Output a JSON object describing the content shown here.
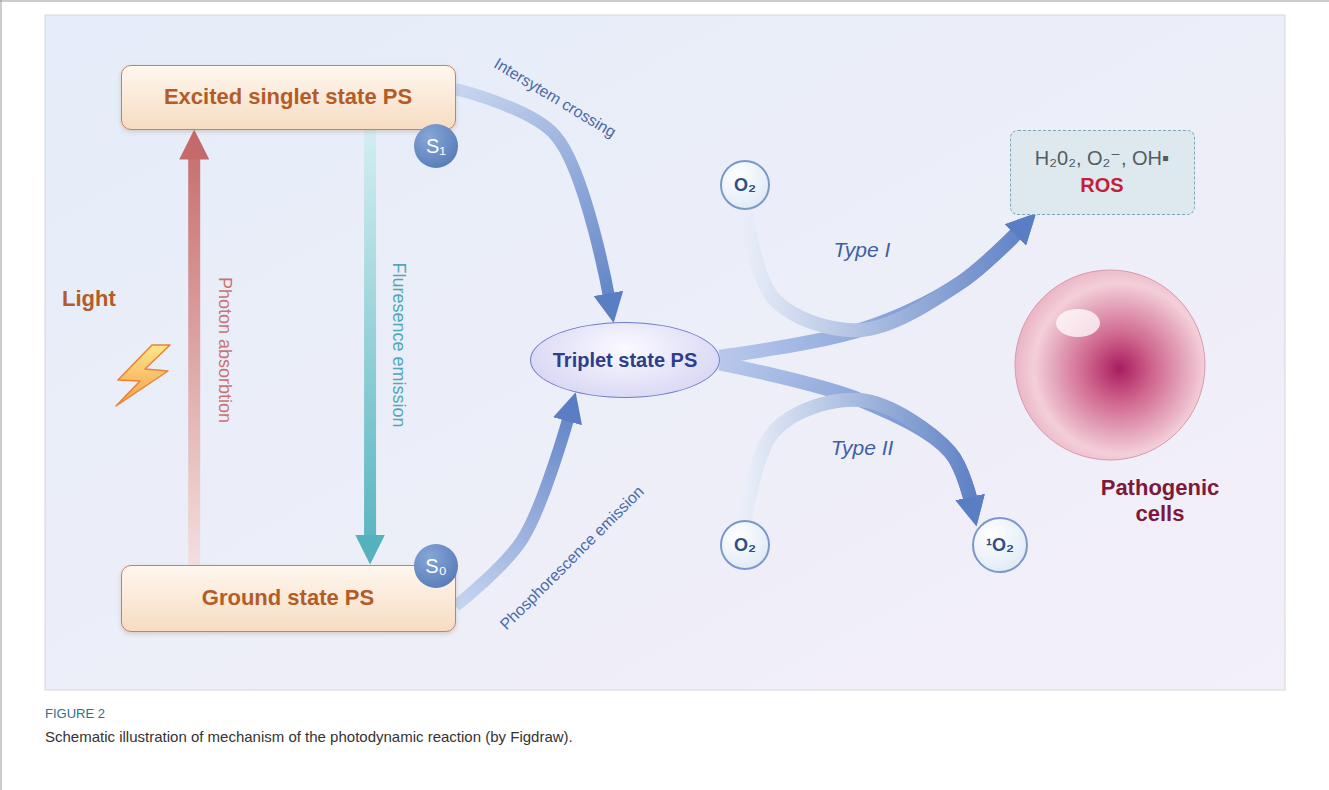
{
  "diagram": {
    "caption": "Schematic illustration of mechanism of the photodynamic reaction (by Figdraw).",
    "nodes": [
      {
        "text": [
          "Excited singlet state PS"
        ]
      },
      {
        "text": [
          "S₁"
        ],
        "in": 0
      },
      {
        "text": [
          "Ground state PS"
        ]
      },
      {
        "text": [
          "S₀"
        ],
        "in": 2
      },
      {
        "text": [
          "Triplet state PS"
        ]
      },
      {
        "text": [
          "O₂"
        ]
      },
      {
        "text": [
          "O₂"
        ]
      },
      {
        "text": [
          "H₂0₂, O₂⁻, OH▪",
          "ROS"
        ]
      },
      {
        "text": [
          "¹O₂"
        ]
      },
      {
        "text": [
          "Pathogenic cells"
        ]
      }
    ],
    "edges": [
      {
        "from": 2,
        "to": 0,
        "arrow": "to",
        "label": "Photon absorbtion"
      },
      {
        "from": 0,
        "to": 2,
        "arrow": "to",
        "label": "Fluresence emission"
      },
      {
        "from": 0,
        "to": 4,
        "arrow": "to",
        "label": "Intersytem crossing"
      },
      {
        "from": 2,
        "to": 4,
        "arrow": "to",
        "label": "Phosphorescence emission"
      },
      {
        "from": 4,
        "to": 7,
        "arrow": "to",
        "label": "Type I"
      },
      {
        "from": 5,
        "to": 7,
        "arrow": "to"
      },
      {
        "from": 4,
        "to": 8,
        "arrow": "to",
        "label": "Type II"
      },
      {
        "from": 6,
        "to": 8,
        "arrow": "to"
      }
    ],
    "labels": [
      "Light",
      "FIGURE 2"
    ]
  }
}
